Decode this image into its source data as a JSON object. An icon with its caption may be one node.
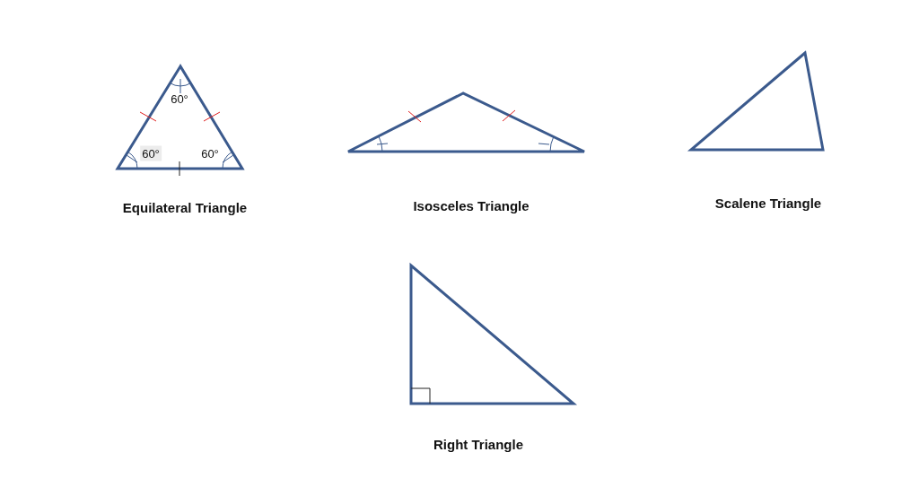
{
  "diagram": {
    "nodes": [
      {
        "text": [
          "60°",
          "60°",
          "60°",
          "Equilateral Triangle"
        ]
      },
      {
        "text": [
          "Isosceles Triangle"
        ]
      },
      {
        "text": [
          "Scalene Triangle"
        ]
      },
      {
        "text": [
          "Right Triangle"
        ]
      }
    ]
  }
}
